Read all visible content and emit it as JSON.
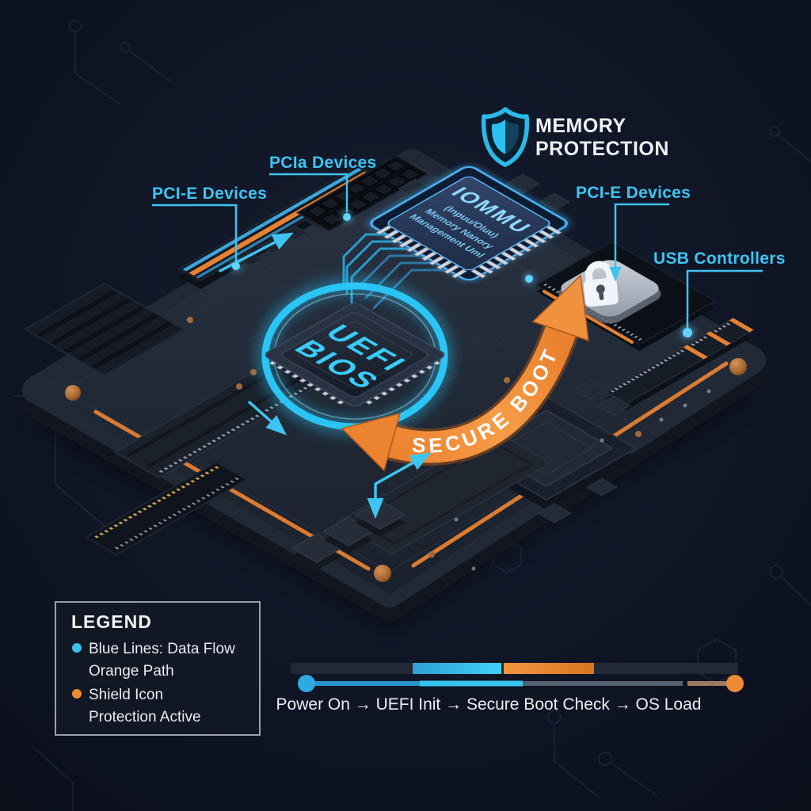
{
  "colors": {
    "background": "#0d1320",
    "board": "#232b38",
    "accent_blue": "#38c2f0",
    "accent_orange": "#ef8a36",
    "label_cyan": "#3dc4f2"
  },
  "header": {
    "line1": "MEMORY",
    "line2": "PROTECTION",
    "icon": "shield-icon"
  },
  "labels": {
    "pci_left": "PCI-E Devices",
    "pci_top": "PCIa Devices",
    "pci_right": "PCI-E Devices",
    "usb": "USB Controllers"
  },
  "chips": {
    "iommu": {
      "title": "IOMMU",
      "sub1": "(Inpuu/Oluu)",
      "sub2": "Memory Nanory",
      "sub3": "Management Uml"
    },
    "uefi": {
      "line1": "UEFI",
      "line2": "BIOS"
    }
  },
  "secure_boot": {
    "label": "SECURE BOOT"
  },
  "lock": {
    "icon": "padlock-icon"
  },
  "legend": {
    "title": "LEGEND",
    "items": [
      {
        "color": "#38c2f0",
        "line1": "Blue Lines: Data Flow",
        "line2": "Orange Path"
      },
      {
        "color": "#ef8a36",
        "line1": "Shield Icon",
        "line2": "Protection Active"
      }
    ]
  },
  "timeline": {
    "caption": "Power On → UEFI Init → Secure Boot Check → OS Load",
    "segment_colors": {
      "blue": "#38c2f0",
      "orange": "#ef8a36"
    }
  }
}
